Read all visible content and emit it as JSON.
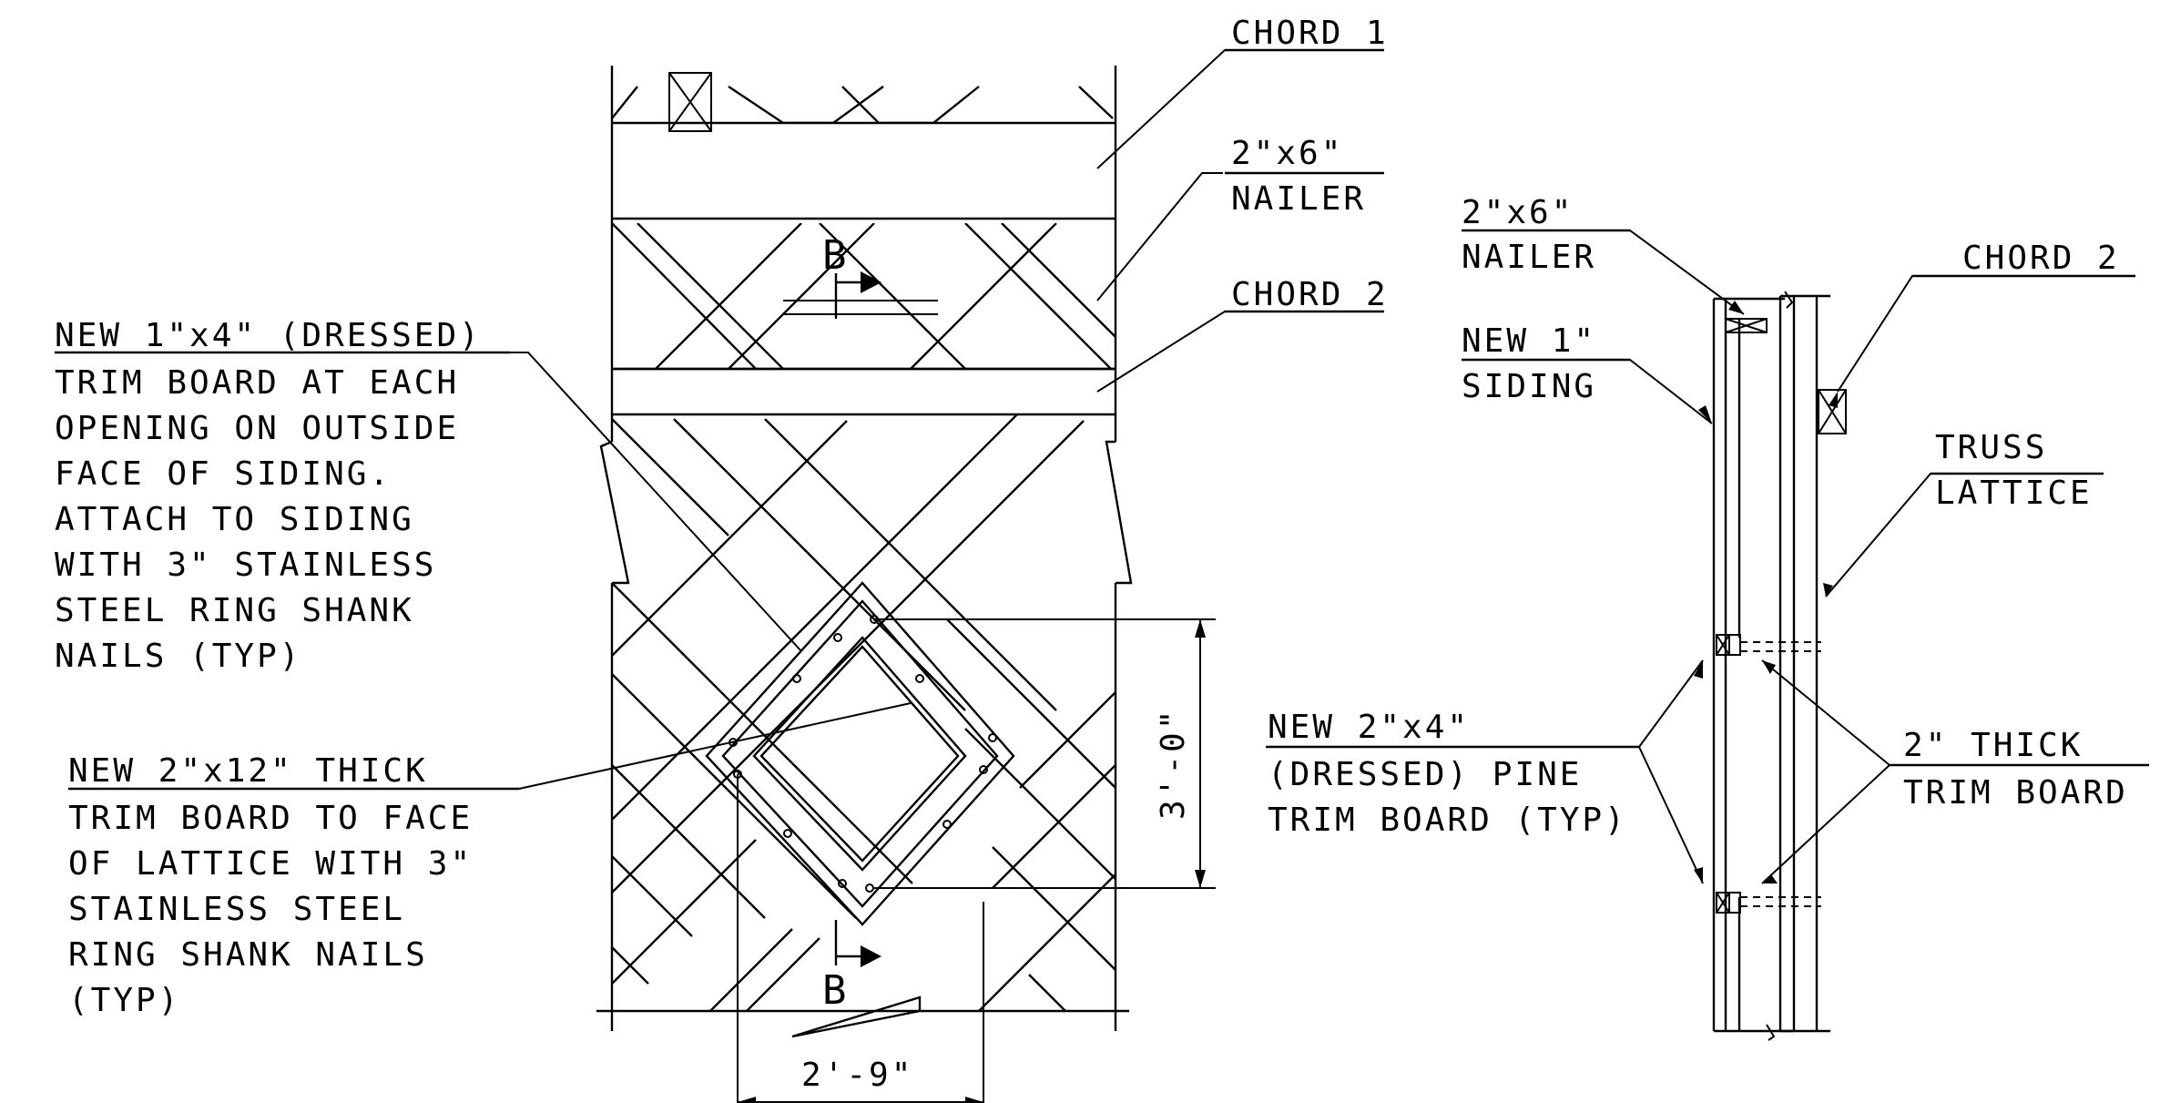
{
  "labels": {
    "chord1": "CHORD 1",
    "nailer_size": "2\"x6\"",
    "nailer": "NAILER",
    "chord2": "CHORD 2",
    "new_trim_1x4": [
      "NEW 1\"x4\" (DRESSED)",
      "TRIM BOARD AT EACH",
      "OPENING ON OUTSIDE",
      "FACE OF SIDING.",
      "ATTACH TO SIDING",
      "WITH 3\" STAINLESS",
      "STEEL RING SHANK",
      "NAILS (TYP)"
    ],
    "new_trim_2x12": [
      "NEW 2\"x12\" THICK",
      "TRIM BOARD TO FACE",
      "OF LATTICE WITH 3\"",
      "STAINLESS STEEL",
      "RING SHANK NAILS",
      "(TYP)"
    ],
    "section_mark": "B",
    "dim_height": "3'-0\"",
    "dim_width": "2'-9\"",
    "section_nailer_size": "2\"x6\"",
    "section_nailer": "NAILER",
    "section_siding_1": "NEW 1\"",
    "section_siding_2": "SIDING",
    "section_chord2": "CHORD 2",
    "truss": "TRUSS",
    "lattice": "LATTICE",
    "new_trim_2x4": [
      "NEW 2\"x4\"",
      "(DRESSED) PINE",
      "TRIM BOARD (TYP)"
    ],
    "thick_trim_1": "2\" THICK",
    "thick_trim_2": "TRIM BOARD"
  }
}
